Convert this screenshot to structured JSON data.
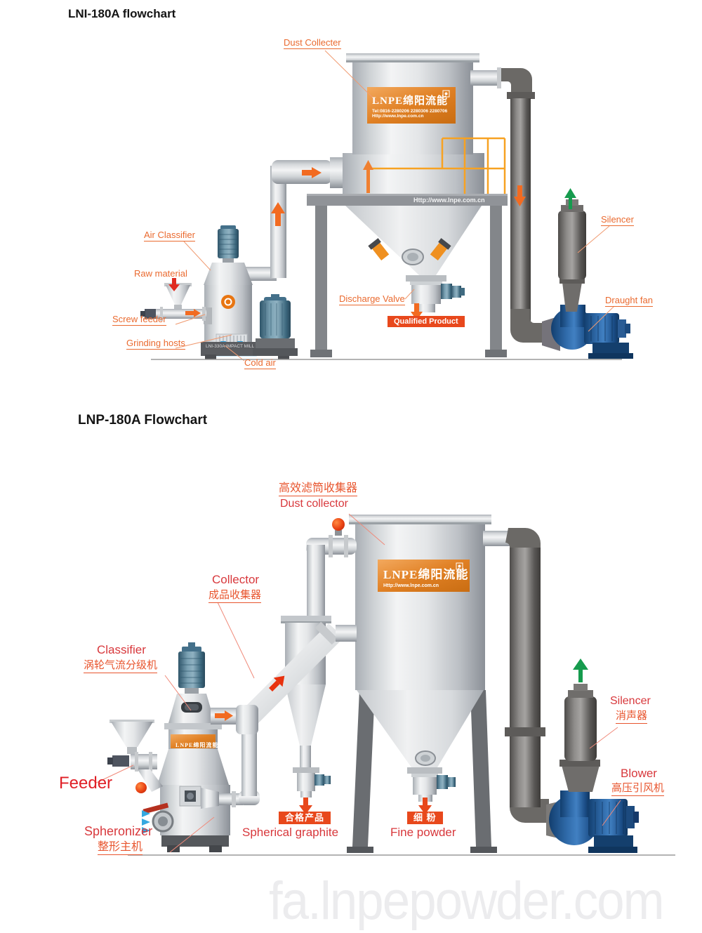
{
  "watermark": "fa.lnpepowder.com",
  "diagram1": {
    "title": "LNI-180A flowchart",
    "labels": {
      "dust_collector": "Dust Collecter",
      "air_classifier": "Air Classifier",
      "raw_material": "Raw material",
      "screw_feeder": "Screw feeder",
      "grinding_hosts": "Grinding hosts",
      "cold_air": "Cold air",
      "discharge_valve": "Discharge Valve",
      "qualified_product": "Qualified Product",
      "silencer": "Silencer",
      "draught_fan": "Draught fan"
    },
    "plate": {
      "brand": "LNPE绵阳流能",
      "tel": "Tel:0816-2280206 2280306 2280706",
      "url": "Http://www.lnpe.com.cn"
    },
    "platform_url": "Http://www.lnpe.com.cn",
    "base_model": "LNI-330A IMPACT MILL"
  },
  "diagram2": {
    "title": "LNP-180A Flowchart",
    "labels": {
      "dust_collector_cn": "高效滤筒收集器",
      "dust_collector_en": "Dust collector",
      "collector_en": "Collector",
      "collector_cn": "成品收集器",
      "classifier_en": "Classifier",
      "classifier_cn": "涡轮气流分级机",
      "feeder": "Feeder",
      "spheronizer_en": "Spheronizer",
      "spheronizer_cn": "整形主机",
      "qualified_cn": "合格产品",
      "qualified_en": "Spherical graphite",
      "fine_cn": "细 粉",
      "fine_en": "Fine powder",
      "silencer_en": "Silencer",
      "silencer_cn": "消声器",
      "blower_en": "Blower",
      "blower_cn": "高压引风机"
    },
    "plate": {
      "brand": "LNPE绵阳流能",
      "url": "Http://www.lnpe.com.cn"
    }
  },
  "colors": {
    "label_orange": "#ea6a2f",
    "label_red": "#d8383c",
    "label_cn_orange": "#e8552e",
    "product_box_red": "#e8481c",
    "plate_orange": "#e07818",
    "arrow_orange": "#f26b21",
    "arrow_green": "#169b4e",
    "blower_blue": "#1d5a9e",
    "motor_blue": "#44708a",
    "pipe_dark": "#6b6966"
  }
}
